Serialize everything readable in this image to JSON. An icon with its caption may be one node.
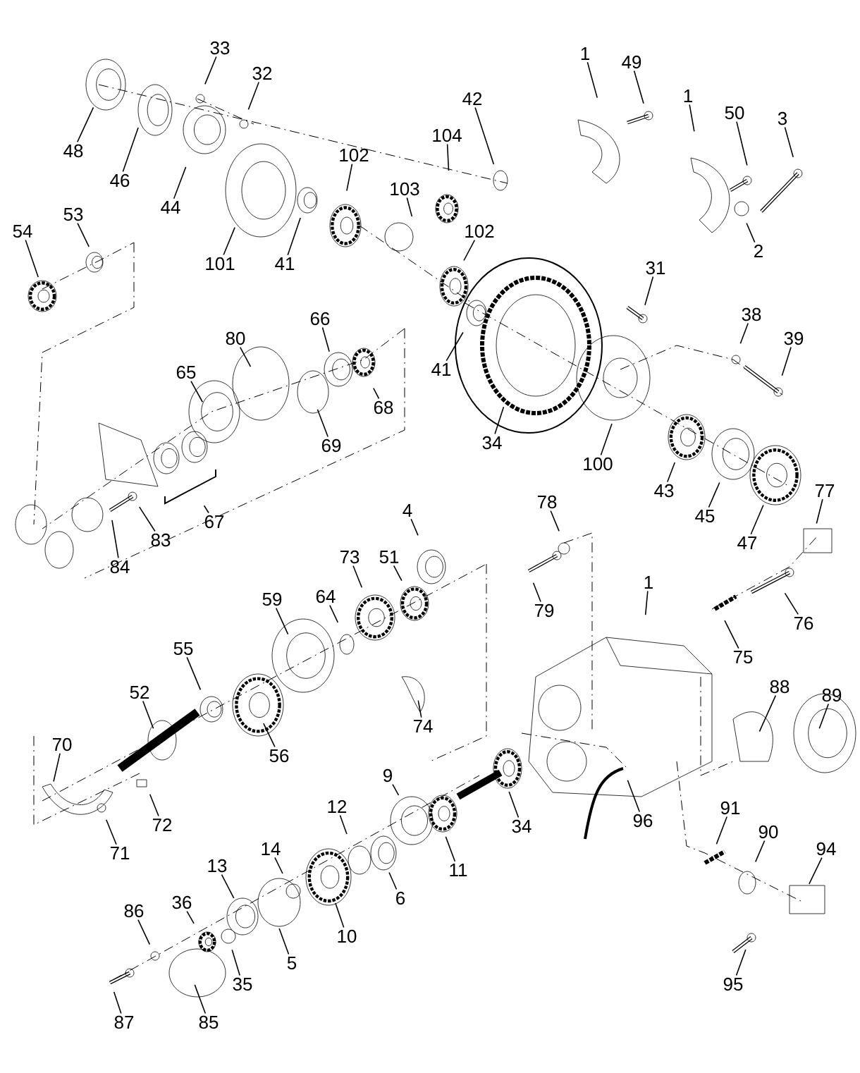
{
  "diagram": {
    "nodes": [
      {
        "text": [
          "33"
        ]
      },
      {
        "text": [
          "32"
        ]
      },
      {
        "text": [
          "1"
        ]
      },
      {
        "text": [
          "49"
        ]
      },
      {
        "text": [
          "42"
        ]
      },
      {
        "text": [
          "1"
        ]
      },
      {
        "text": [
          "50"
        ]
      },
      {
        "text": [
          "3"
        ]
      },
      {
        "text": [
          "104"
        ]
      },
      {
        "text": [
          "48"
        ]
      },
      {
        "text": [
          "102"
        ]
      },
      {
        "text": [
          "46"
        ]
      },
      {
        "text": [
          "103"
        ]
      },
      {
        "text": [
          "44"
        ]
      },
      {
        "text": [
          "53"
        ]
      },
      {
        "text": [
          "54"
        ]
      },
      {
        "text": [
          "102"
        ]
      },
      {
        "text": [
          "2"
        ]
      },
      {
        "text": [
          "101"
        ]
      },
      {
        "text": [
          "41"
        ]
      },
      {
        "text": [
          "31"
        ]
      },
      {
        "text": [
          "38"
        ]
      },
      {
        "text": [
          "66"
        ]
      },
      {
        "text": [
          "80"
        ]
      },
      {
        "text": [
          "39"
        ]
      },
      {
        "text": [
          "41"
        ]
      },
      {
        "text": [
          "65"
        ]
      },
      {
        "text": [
          "68"
        ]
      },
      {
        "text": [
          "34"
        ]
      },
      {
        "text": [
          "69"
        ]
      },
      {
        "text": [
          "100"
        ]
      },
      {
        "text": [
          "43"
        ]
      },
      {
        "text": [
          "77"
        ]
      },
      {
        "text": [
          "78"
        ]
      },
      {
        "text": [
          "4"
        ]
      },
      {
        "text": [
          "45"
        ]
      },
      {
        "text": [
          "67"
        ]
      },
      {
        "text": [
          "83"
        ]
      },
      {
        "text": [
          "47"
        ]
      },
      {
        "text": [
          "73"
        ]
      },
      {
        "text": [
          "51"
        ]
      },
      {
        "text": [
          "84"
        ]
      },
      {
        "text": [
          "1"
        ]
      },
      {
        "text": [
          "64"
        ]
      },
      {
        "text": [
          "59"
        ]
      },
      {
        "text": [
          "79"
        ]
      },
      {
        "text": [
          "76"
        ]
      },
      {
        "text": [
          "55"
        ]
      },
      {
        "text": [
          "75"
        ]
      },
      {
        "text": [
          "88"
        ]
      },
      {
        "text": [
          "52"
        ]
      },
      {
        "text": [
          "89"
        ]
      },
      {
        "text": [
          "74"
        ]
      },
      {
        "text": [
          "70"
        ]
      },
      {
        "text": [
          "56"
        ]
      },
      {
        "text": [
          "9"
        ]
      },
      {
        "text": [
          "91"
        ]
      },
      {
        "text": [
          "12"
        ]
      },
      {
        "text": [
          "72"
        ]
      },
      {
        "text": [
          "96"
        ]
      },
      {
        "text": [
          "34"
        ]
      },
      {
        "text": [
          "90"
        ]
      },
      {
        "text": [
          "14"
        ]
      },
      {
        "text": [
          "94"
        ]
      },
      {
        "text": [
          "71"
        ]
      },
      {
        "text": [
          "13"
        ]
      },
      {
        "text": [
          "11"
        ]
      },
      {
        "text": [
          "6"
        ]
      },
      {
        "text": [
          "36"
        ]
      },
      {
        "text": [
          "86"
        ]
      },
      {
        "text": [
          "10"
        ]
      },
      {
        "text": [
          "5"
        ]
      },
      {
        "text": [
          "35"
        ]
      },
      {
        "text": [
          "95"
        ]
      },
      {
        "text": [
          "85"
        ]
      },
      {
        "text": [
          "87"
        ]
      }
    ],
    "edges": [
      {
        "from": 0,
        "to": null,
        "arrow": "none"
      },
      {
        "from": 1,
        "to": null,
        "arrow": "none"
      },
      {
        "from": 2,
        "to": null,
        "arrow": "none"
      },
      {
        "from": 3,
        "to": null,
        "arrow": "none"
      },
      {
        "from": 4,
        "to": null,
        "arrow": "none"
      },
      {
        "from": 5,
        "to": null,
        "arrow": "none"
      },
      {
        "from": 6,
        "to": null,
        "arrow": "none"
      },
      {
        "from": 7,
        "to": null,
        "arrow": "none"
      },
      {
        "from": 8,
        "to": null,
        "arrow": "none"
      },
      {
        "from": 9,
        "to": null,
        "arrow": "none"
      },
      {
        "from": 10,
        "to": null,
        "arrow": "none"
      },
      {
        "from": 11,
        "to": null,
        "arrow": "none"
      },
      {
        "from": 12,
        "to": null,
        "arrow": "none"
      },
      {
        "from": 13,
        "to": null,
        "arrow": "none"
      },
      {
        "from": 14,
        "to": null,
        "arrow": "none"
      },
      {
        "from": 15,
        "to": null,
        "arrow": "none"
      },
      {
        "from": 16,
        "to": null,
        "arrow": "none"
      },
      {
        "from": 17,
        "to": null,
        "arrow": "none"
      },
      {
        "from": 18,
        "to": null,
        "arrow": "none"
      },
      {
        "from": 19,
        "to": null,
        "arrow": "none"
      },
      {
        "from": 20,
        "to": null,
        "arrow": "none"
      },
      {
        "from": 21,
        "to": null,
        "arrow": "none"
      },
      {
        "from": 22,
        "to": null,
        "arrow": "none"
      },
      {
        "from": 23,
        "to": null,
        "arrow": "none"
      },
      {
        "from": 24,
        "to": null,
        "arrow": "none"
      },
      {
        "from": 25,
        "to": null,
        "arrow": "none"
      },
      {
        "from": 26,
        "to": null,
        "arrow": "none"
      },
      {
        "from": 27,
        "to": null,
        "arrow": "none"
      },
      {
        "from": 28,
        "to": null,
        "arrow": "none"
      },
      {
        "from": 29,
        "to": null,
        "arrow": "none"
      },
      {
        "from": 30,
        "to": null,
        "arrow": "none"
      },
      {
        "from": 31,
        "to": null,
        "arrow": "none"
      },
      {
        "from": 32,
        "to": null,
        "arrow": "none"
      },
      {
        "from": 33,
        "to": null,
        "arrow": "none"
      },
      {
        "from": 34,
        "to": null,
        "arrow": "none"
      },
      {
        "from": 35,
        "to": null,
        "arrow": "none"
      },
      {
        "from": 36,
        "to": null,
        "arrow": "none"
      },
      {
        "from": 37,
        "to": null,
        "arrow": "none"
      },
      {
        "from": 38,
        "to": null,
        "arrow": "none"
      },
      {
        "from": 39,
        "to": null,
        "arrow": "none"
      },
      {
        "from": 40,
        "to": null,
        "arrow": "none"
      },
      {
        "from": 41,
        "to": null,
        "arrow": "none"
      },
      {
        "from": 42,
        "to": null,
        "arrow": "none"
      },
      {
        "from": 43,
        "to": null,
        "arrow": "none"
      },
      {
        "from": 44,
        "to": null,
        "arrow": "none"
      },
      {
        "from": 45,
        "to": null,
        "arrow": "none"
      },
      {
        "from": 46,
        "to": null,
        "arrow": "none"
      },
      {
        "from": 47,
        "to": null,
        "arrow": "none"
      },
      {
        "from": 48,
        "to": null,
        "arrow": "none"
      },
      {
        "from": 49,
        "to": null,
        "arrow": "none"
      },
      {
        "from": 50,
        "to": null,
        "arrow": "none"
      },
      {
        "from": 51,
        "to": null,
        "arrow": "none"
      },
      {
        "from": 52,
        "to": null,
        "arrow": "none"
      },
      {
        "from": 53,
        "to": null,
        "arrow": "none"
      },
      {
        "from": 54,
        "to": null,
        "arrow": "none"
      },
      {
        "from": 55,
        "to": null,
        "arrow": "none"
      },
      {
        "from": 56,
        "to": null,
        "arrow": "none"
      },
      {
        "from": 57,
        "to": null,
        "arrow": "none"
      },
      {
        "from": 58,
        "to": null,
        "arrow": "none"
      },
      {
        "from": 59,
        "to": null,
        "arrow": "none"
      },
      {
        "from": 60,
        "to": null,
        "arrow": "none"
      },
      {
        "from": 61,
        "to": null,
        "arrow": "none"
      },
      {
        "from": 62,
        "to": null,
        "arrow": "none"
      },
      {
        "from": 63,
        "to": null,
        "arrow": "none"
      },
      {
        "from": 64,
        "to": null,
        "arrow": "none"
      },
      {
        "from": 65,
        "to": null,
        "arrow": "none"
      },
      {
        "from": 66,
        "to": null,
        "arrow": "none"
      },
      {
        "from": 67,
        "to": null,
        "arrow": "none"
      },
      {
        "from": 68,
        "to": null,
        "arrow": "none"
      },
      {
        "from": 69,
        "to": null,
        "arrow": "none"
      },
      {
        "from": 70,
        "to": null,
        "arrow": "none"
      },
      {
        "from": 71,
        "to": null,
        "arrow": "none"
      },
      {
        "from": 72,
        "to": null,
        "arrow": "none"
      },
      {
        "from": 73,
        "to": null,
        "arrow": "none"
      },
      {
        "from": 74,
        "to": null,
        "arrow": "none"
      },
      {
        "from": 75,
        "to": null,
        "arrow": "none"
      }
    ]
  }
}
